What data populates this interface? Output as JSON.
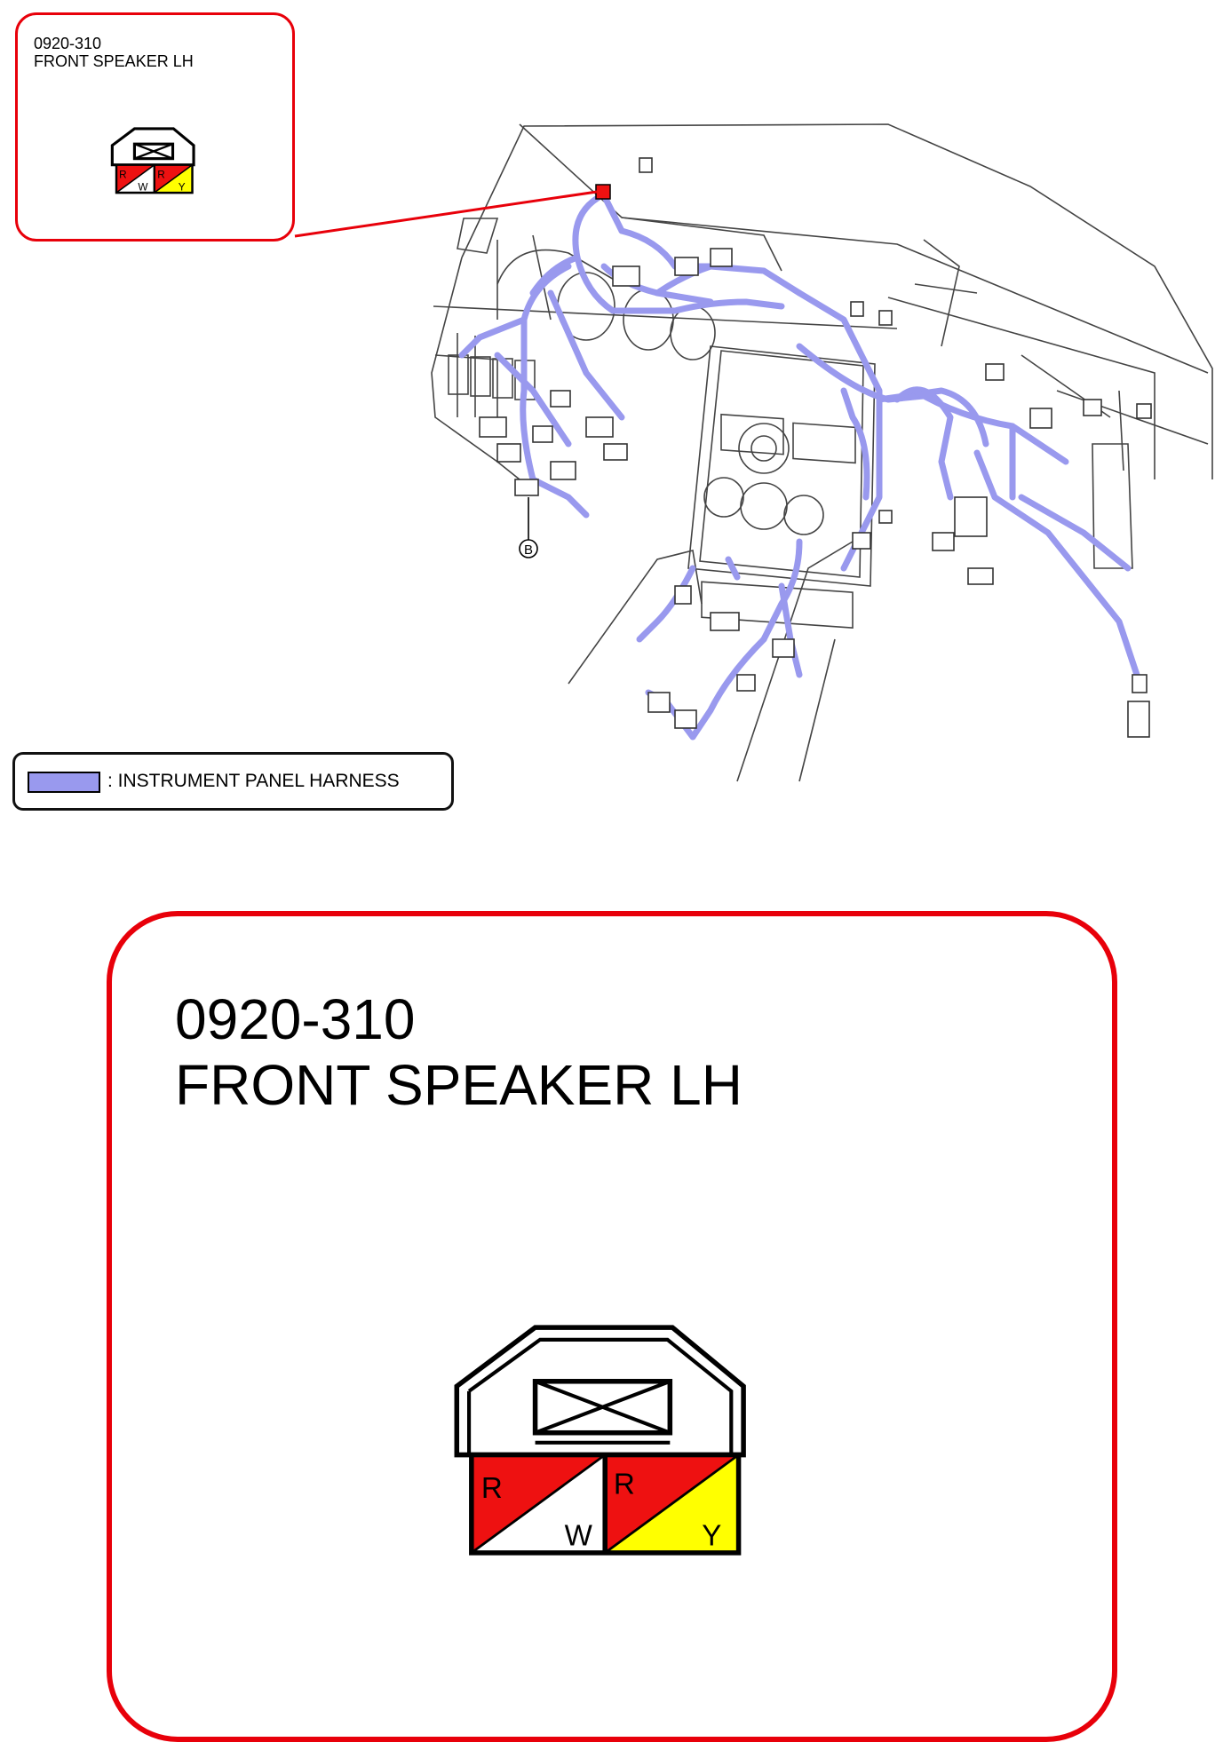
{
  "inset": {
    "code": "0920-310",
    "name": "FRONT SPEAKER LH"
  },
  "legend": {
    "text": ": INSTRUMENT PANEL HARNESS",
    "color": "#9999ee"
  },
  "detail": {
    "code": "0920-310",
    "name": "FRONT SPEAKER LH"
  },
  "connector": {
    "terminal_1": {
      "top": "R",
      "bottom": "W"
    },
    "terminal_2": {
      "top": "R",
      "bottom": "Y"
    }
  },
  "callout_label": "B",
  "colors": {
    "frame_red": "#e8000a",
    "harness": "#9999ee",
    "wire_red": "#ee1111",
    "wire_yellow": "#ffff00",
    "wire_white": "#ffffff"
  }
}
